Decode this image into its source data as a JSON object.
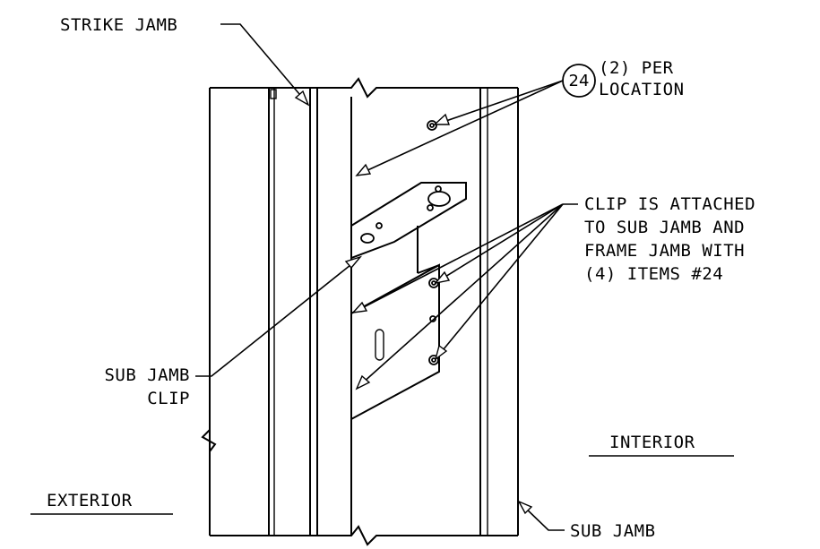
{
  "labels": {
    "strike_jamb": "STRIKE JAMB",
    "item_tag": "24",
    "per_location_1": "(2) PER",
    "per_location_2": "LOCATION",
    "clip_note_1": "CLIP IS ATTACHED",
    "clip_note_2": "TO SUB JAMB AND",
    "clip_note_3": "FRAME JAMB WITH",
    "clip_note_4": "(4) ITEMS #24",
    "sub_jamb_clip_1": "SUB JAMB",
    "sub_jamb_clip_2": "CLIP",
    "interior": "INTERIOR",
    "exterior": "EXTERIOR",
    "sub_jamb": "SUB JAMB"
  }
}
